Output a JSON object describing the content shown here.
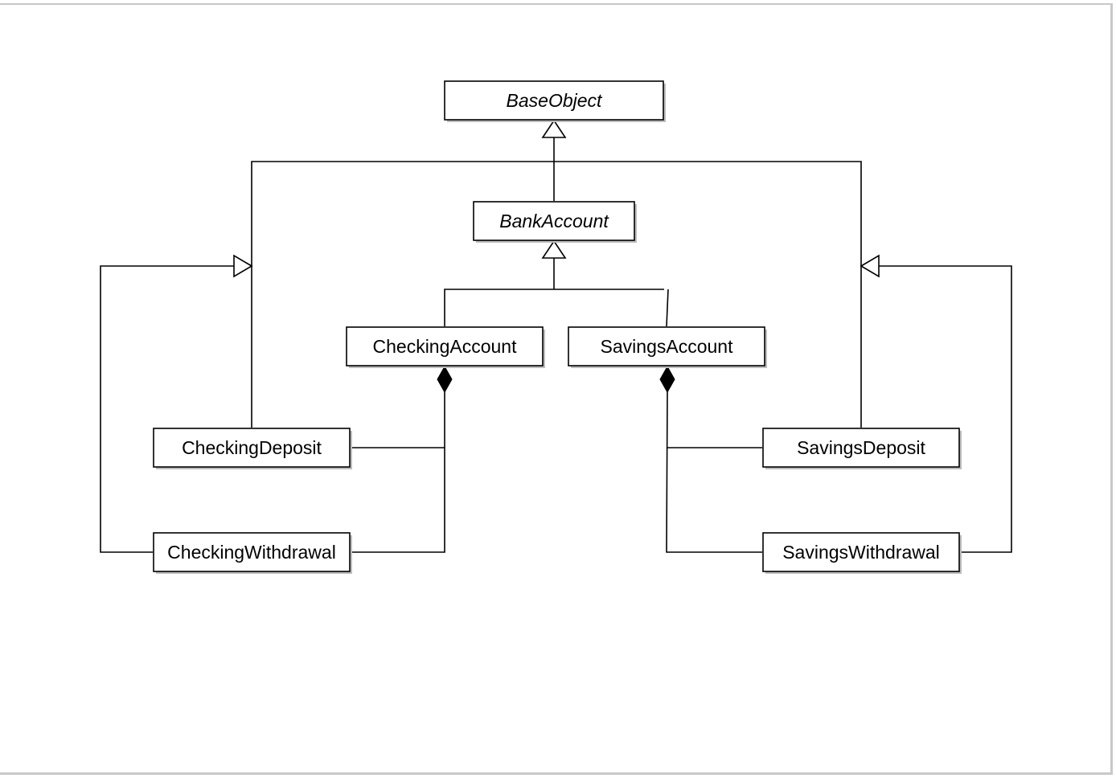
{
  "diagram": {
    "classes": {
      "base_object": "BaseObject",
      "bank_account": "BankAccount",
      "checking_account": "CheckingAccount",
      "savings_account": "SavingsAccount",
      "checking_deposit": "CheckingDeposit",
      "checking_withdrawal": "CheckingWithdrawal",
      "savings_deposit": "SavingsDeposit",
      "savings_withdrawal": "SavingsWithdrawal"
    }
  }
}
